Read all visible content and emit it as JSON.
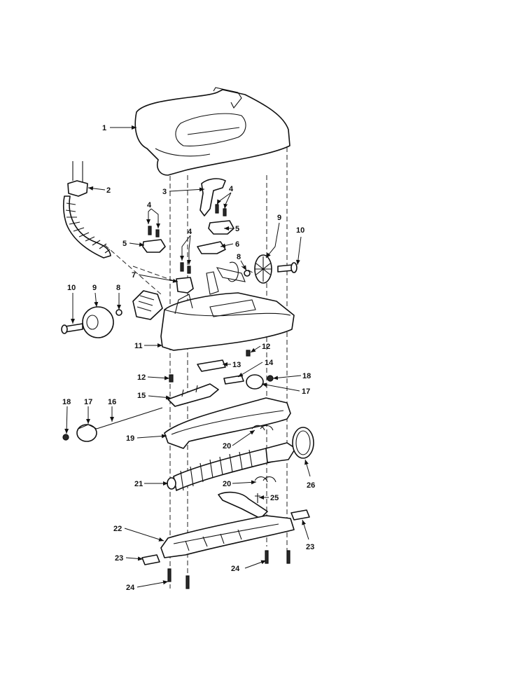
{
  "callouts": {
    "c1": "1",
    "c2": "2",
    "c3": "3",
    "c4a": "4",
    "c4b": "4",
    "c4c": "4",
    "c5a": "5",
    "c5b": "5",
    "c6": "6",
    "c7": "7",
    "c8a": "8",
    "c8b": "8",
    "c9a": "9",
    "c9b": "9",
    "c10a": "10",
    "c10b": "10",
    "c11": "11",
    "c12a": "12",
    "c12b": "12",
    "c13": "13",
    "c14": "14",
    "c15": "15",
    "c16": "16",
    "c17a": "17",
    "c17b": "17",
    "c18a": "18",
    "c18b": "18",
    "c19": "19",
    "c20a": "20",
    "c20b": "20",
    "c21": "21",
    "c22": "22",
    "c23a": "23",
    "c23b": "23",
    "c24a": "24",
    "c24b": "24",
    "c25": "25",
    "c26": "26"
  }
}
